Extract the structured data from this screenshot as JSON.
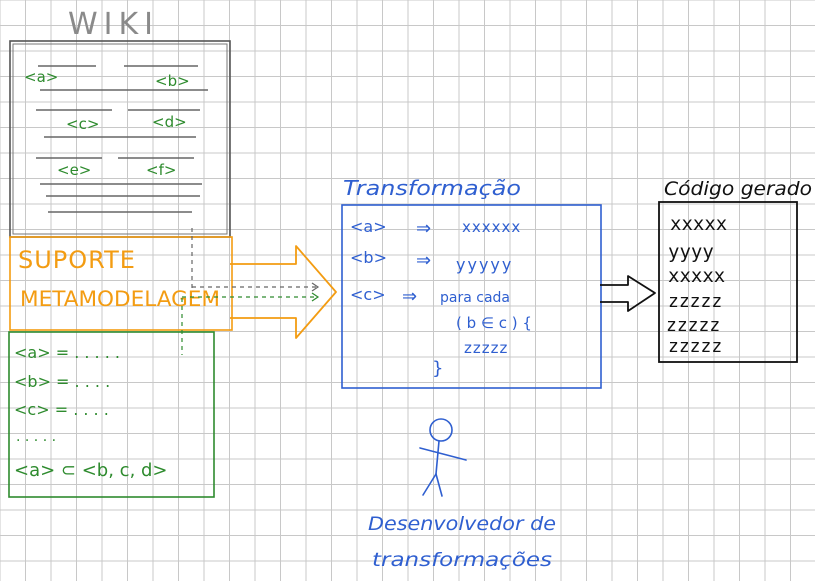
{
  "colors": {
    "grid": "#c8c8c8",
    "gray": "#555555",
    "green": "#2e8b2e",
    "orange": "#f39c12",
    "blue": "#2f5fd0",
    "black": "#111111"
  },
  "icons": {
    "person": "stick-figure-icon",
    "orange_arrow": "big-arrow-icon",
    "black_arrow": "outline-arrow-icon"
  },
  "wiki": {
    "title": "WIKI",
    "tags": [
      "<a>",
      "<b>",
      "<c>",
      "<d>",
      "<e>",
      "<f>"
    ]
  },
  "suporte": {
    "line1": "SUPORTE",
    "line2": "METAMODELAGEM"
  },
  "metamodel": {
    "rows": [
      "<a> = . . . . .",
      "<b> = . . . .",
      "<c> = . . . .",
      ". . . . .",
      "<a> ⊂ <b, c, d>"
    ]
  },
  "transform": {
    "title": "Transformação",
    "rules": [
      {
        "tag": "<a>",
        "arrow": "⇒",
        "out": "xxxxxx"
      },
      {
        "tag": "<b>",
        "arrow": "⇒",
        "out": "yyyyy"
      },
      {
        "tag": "<c>",
        "arrow": "⇒",
        "out": "para cada"
      }
    ],
    "loop_cond": "( b ∈ c ) {",
    "loop_body": "zzzzz",
    "loop_close": "}"
  },
  "code": {
    "title": "Código gerado",
    "lines": [
      "xxxxx",
      "yyyy",
      "xxxxx",
      "zzzzz",
      "zzzzz",
      "zzzzz"
    ]
  },
  "developer": {
    "line1": "Desenvolvedor de",
    "line2": "transformações"
  }
}
